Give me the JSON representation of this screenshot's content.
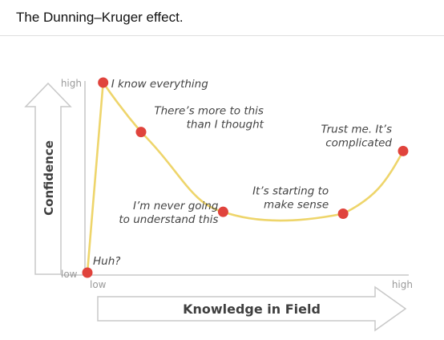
{
  "page": {
    "title": "The Dunning–Kruger effect."
  },
  "chart_data": {
    "type": "line",
    "title": "",
    "xlabel": "Knowledge in Field",
    "ylabel": "Confidence",
    "xlim": [
      0,
      1
    ],
    "ylim": [
      0,
      1
    ],
    "x_ticks": {
      "low": "low",
      "high": "high"
    },
    "y_ticks": {
      "low": "low",
      "high": "high"
    },
    "grid": false,
    "colors": {
      "curve": "#eed56b",
      "point": "#e0433c",
      "arrow_outline": "#c8c8c8",
      "axis": "#bdbdbd",
      "text": "#444444"
    },
    "points": [
      {
        "x": 0.0,
        "y": 0.0,
        "label": "Huh?"
      },
      {
        "x": 0.05,
        "y": 1.0,
        "label": "I know everything"
      },
      {
        "x": 0.17,
        "y": 0.74,
        "label": "There’s more to this than I thought",
        "lines": [
          "There’s more to this",
          "than I thought"
        ]
      },
      {
        "x": 0.43,
        "y": 0.32,
        "label": "I’m never going to understand this",
        "lines": [
          "I’m never going",
          "to understand this"
        ]
      },
      {
        "x": 0.81,
        "y": 0.31,
        "label": "It’s starting to make sense",
        "lines": [
          "It’s starting to",
          "make sense"
        ]
      },
      {
        "x": 1.0,
        "y": 0.64,
        "label": "Trust me. It’s complicated",
        "lines": [
          "Trust me. It’s",
          "complicated"
        ]
      }
    ]
  }
}
